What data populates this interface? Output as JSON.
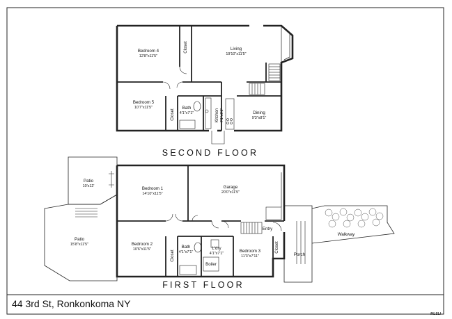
{
  "second_floor": {
    "title": "SECOND FLOOR",
    "rooms": {
      "bedroom4": {
        "name": "Bedroom 4",
        "dims": "12'8\"x11'5\""
      },
      "closet_upper": {
        "name": "Closet"
      },
      "living": {
        "name": "Living",
        "dims": "19'10\"x11'5\""
      },
      "bedroom5": {
        "name": "Bedroom 5",
        "dims": "10'7\"x11'5\""
      },
      "closet_lower": {
        "name": "Closet"
      },
      "bath": {
        "name": "Bath",
        "dims": "4'1\"x7'1\""
      },
      "kitchen": {
        "name": "Kitchen",
        "dims": "7'1\"x8'1\""
      },
      "dining": {
        "name": "Dining",
        "dims": "9'3\"x8'1\""
      }
    }
  },
  "first_floor": {
    "title": "FIRST FLOOR",
    "rooms": {
      "patio_upper": {
        "name": "Patio",
        "dims": "10'x12'"
      },
      "patio_lower": {
        "name": "Patio",
        "dims": "15'8\"x11'5\""
      },
      "bedroom1": {
        "name": "Bedroom 1",
        "dims": "14'10\"x11'5\""
      },
      "garage": {
        "name": "Garage",
        "dims": "20'0\"x11'5\""
      },
      "bedroom2": {
        "name": "Bedroom 2",
        "dims": "10'6\"x11'5\""
      },
      "closet_b2": {
        "name": "Closet"
      },
      "bath": {
        "name": "Bath",
        "dims": "4'1\"x7'1\""
      },
      "laundry": {
        "name": "L'dry",
        "dims": "4'1\"x7'1\""
      },
      "boiler": {
        "name": "Boiler"
      },
      "bedroom3": {
        "name": "Bedroom 3",
        "dims": "11'3\"x7'11\""
      },
      "closet_b3": {
        "name": "Closet"
      },
      "entry": {
        "name": "Entry"
      },
      "porch": {
        "name": "Porch"
      },
      "walkway": {
        "name": "Walkway"
      }
    }
  },
  "address": "44 3rd St, Ronkonkoma NY",
  "watermark": "MLSLI"
}
